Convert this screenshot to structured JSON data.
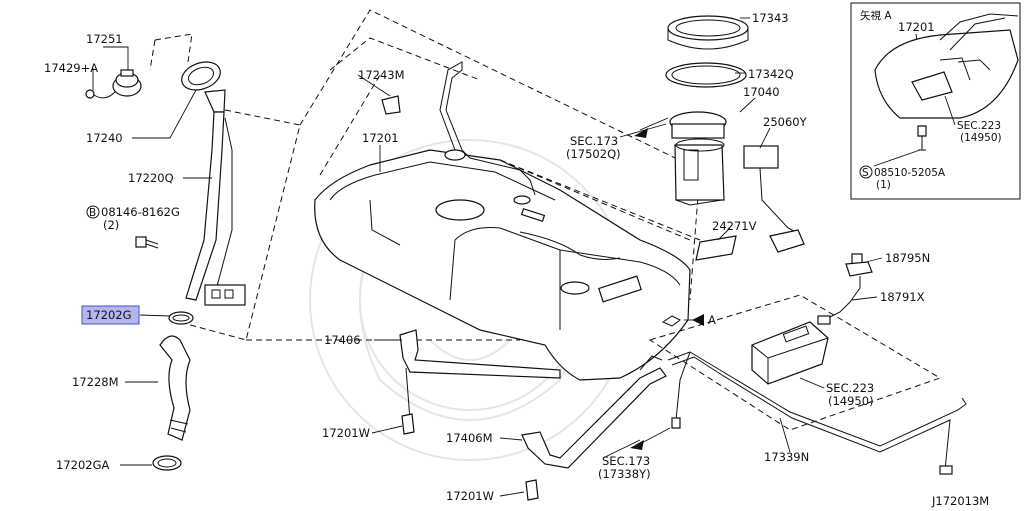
{
  "diagram_id": "J172013M",
  "inset": {
    "view_label": "矢視 A",
    "part_top": "17201",
    "sec_label": "SEC.223",
    "sec_ref": "(14950)",
    "screw_code": "08510-5205A",
    "screw_qty": "(1)",
    "screw_prefix": "S"
  },
  "parts": {
    "p17251": "17251",
    "p17429": "17429+A",
    "p17240": "17240",
    "p17220q": "17220Q",
    "p08146_code": "08146-8162G",
    "p08146_qty": "(2)",
    "p08146_prefix": "B",
    "p17202g": "17202G",
    "p17228m": "17228M",
    "p17202ga": "17202GA",
    "p17243m": "17243M",
    "p17201": "17201",
    "p17343": "17343",
    "p17342q": "17342Q",
    "p17040": "17040",
    "p25060y": "25060Y",
    "sec173a": "SEC.173",
    "sec173a_ref": "(17502Q)",
    "p24271v": "24271V",
    "p18795n": "18795N",
    "p18791x": "18791X",
    "view_a": "A",
    "p17406": "17406",
    "p17201w_a": "17201W",
    "p17406m": "17406M",
    "p17201w_b": "17201W",
    "sec173b": "SEC.173",
    "sec173b_ref": "(17338Y)",
    "sec223": "SEC.223",
    "sec223_ref": "(14950)",
    "p17339n": "17339N"
  },
  "highlighted_part": "17202G",
  "colors": {
    "highlight_fill": "#b4b6ef",
    "highlight_stroke": "#4a4fc4",
    "line": "#111111"
  }
}
